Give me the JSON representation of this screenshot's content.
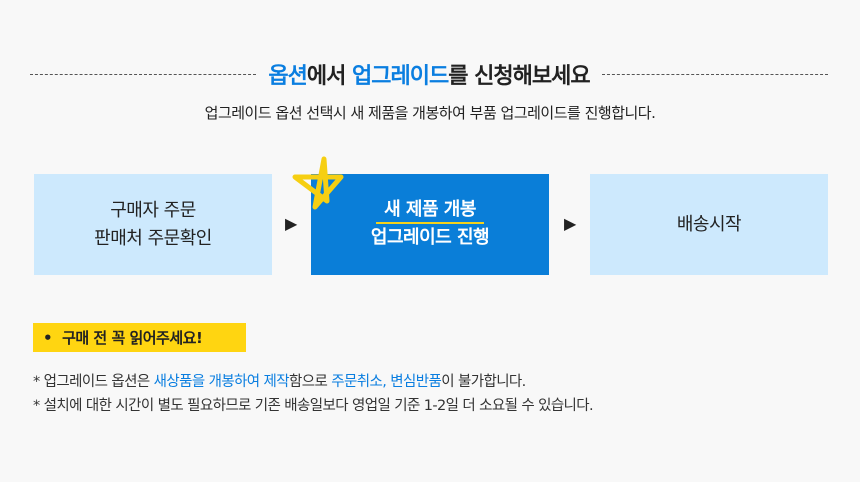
{
  "title": {
    "part1": "옵션",
    "part2": "에서 ",
    "part3": "업그레이드",
    "part4": "를 신청해보세요"
  },
  "subtitle": "업그레이드 옵션 선택시 새 제품을 개봉하여 부품 업그레이드를 진행합니다.",
  "steps": [
    {
      "line1": "구매자 주문",
      "line2": "판매처 주문확인"
    },
    {
      "line1": "새 제품 개봉",
      "line2": "업그레이드 진행"
    },
    {
      "line1": "배송시작"
    }
  ],
  "arrows": [
    "▶",
    "▶"
  ],
  "notice": {
    "bullet": "•",
    "label": "구매 전 꼭 읽어주세요!"
  },
  "notes": [
    {
      "a": "* 업그레이드 옵션은 ",
      "b": "새상품을 개봉하여 제작",
      "c": "함으로 ",
      "d": "주문취소, 변심반품",
      "e": "이 불가합니다."
    },
    {
      "a": "* 설치에 대한 시간이 별도 필요하므로 기존 배송일보다 영업일 기준 1-2일 더 소요될 수 있습니다."
    }
  ],
  "colors": {
    "accent": "#0a7ee0",
    "highlight": "#ffd511"
  }
}
